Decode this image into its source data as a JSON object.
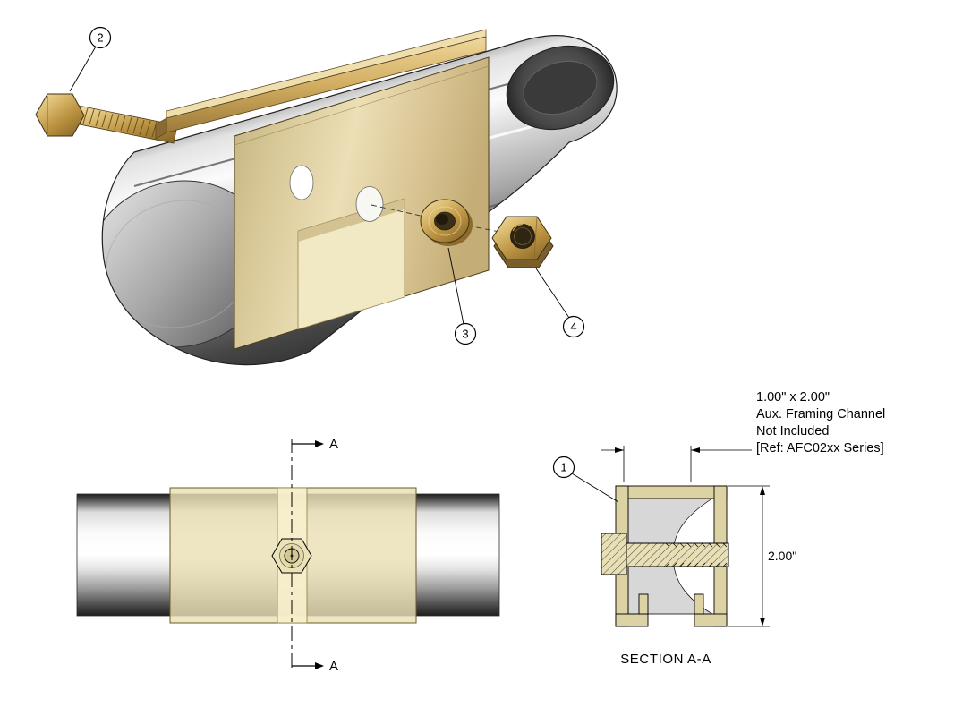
{
  "drawing": {
    "balloons": {
      "item1": "1",
      "item2": "2",
      "item3": "3",
      "item4": "4"
    },
    "plan": {
      "cut_label": "A"
    },
    "section": {
      "title": "SECTION A-A",
      "height_dim": "2.00\"",
      "note_lines": [
        "1.00\" x 2.00\"",
        "Aux. Framing Channel",
        "Not Included",
        "[Ref: AFC02xx Series]"
      ]
    },
    "colors": {
      "brass": "#c9a250",
      "fitting_tan": "#ddd0a2",
      "channel_gray": "#9a9a9a",
      "background": "#ffffff",
      "line": "#000000"
    }
  }
}
